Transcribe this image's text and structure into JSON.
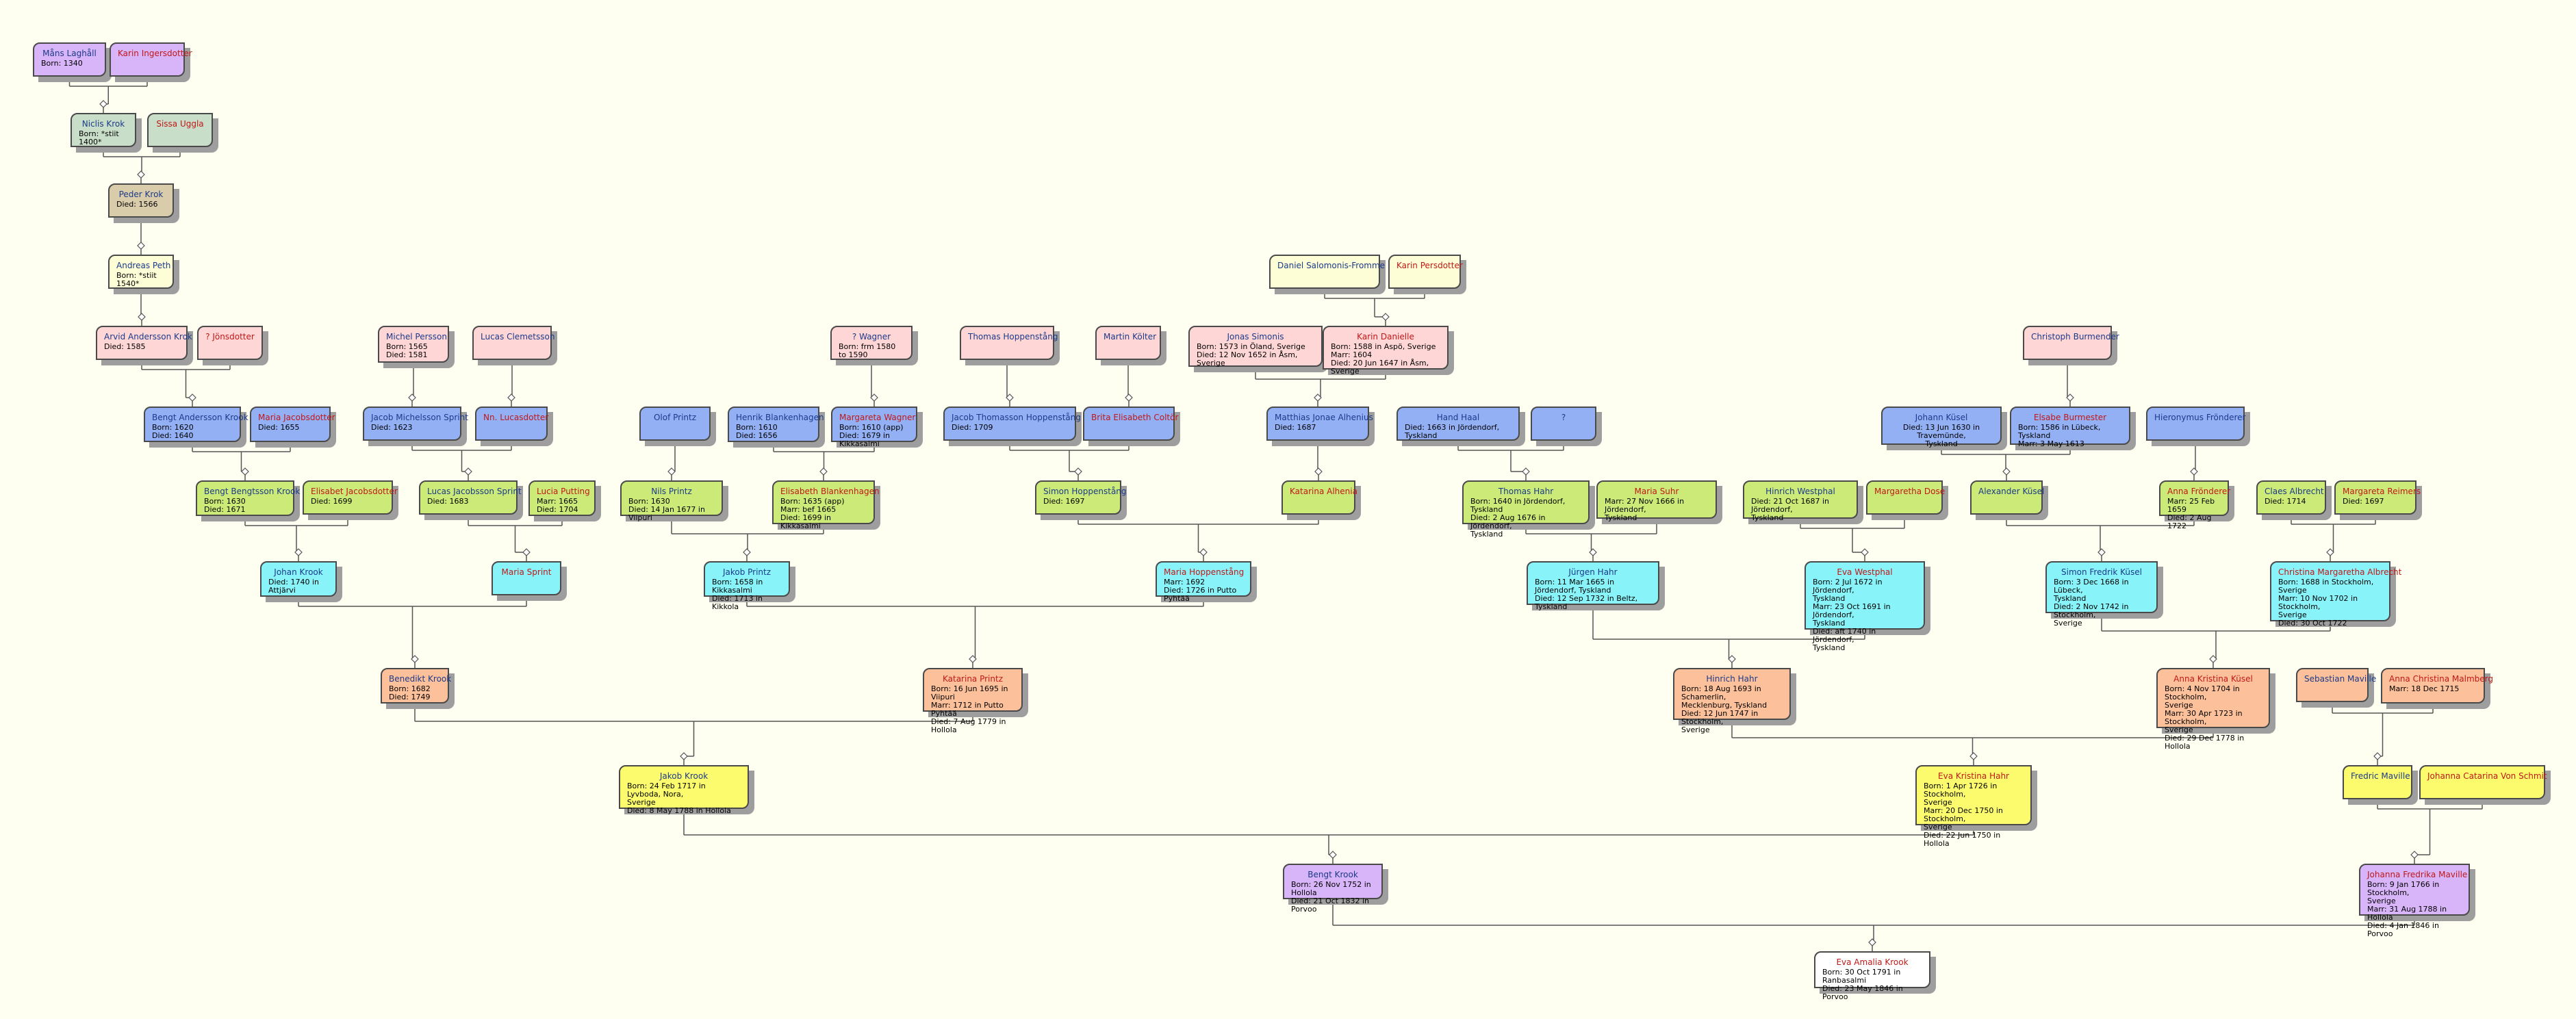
{
  "colors": {
    "background": "#fefff0",
    "border": "#4a4a4a",
    "shadow": "#9e9e9e",
    "line": "#555555",
    "male_name": "#1b3a8a",
    "female_name": "#c01818",
    "generation_colors": {
      "g11": "#d8b4f8",
      "g10": "#c8dec8",
      "g9": "#d9ccaa",
      "g8": "#fefed6",
      "g7": "#ffd6d6",
      "g6": "#94b0f5",
      "g5": "#ccea78",
      "g4": "#88f3f8",
      "g3": "#fcc09a",
      "g2": "#fcfb6e",
      "g1": "#d8b4f8",
      "g0": "#ffffff"
    }
  },
  "people": {
    "mans_laghall": {
      "name": "Måns Laghåll",
      "info": "Born: 1340"
    },
    "karin_ingersdotter": {
      "name": "Karin Ingersdotter",
      "info": ""
    },
    "niclis_krok": {
      "name": "Niclis Krok",
      "info": "Born: *stiit 1400*"
    },
    "sissa_uggla": {
      "name": "Sissa Uggla",
      "info": ""
    },
    "peder_krok": {
      "name": "Peder Krok",
      "info": "Died: 1566"
    },
    "andreas_peth": {
      "name": "Andreas Peth",
      "info": "Born: *stiit 1540*"
    },
    "arvid_andersson_krok": {
      "name": "Arvid Andersson Krok",
      "info": "Died: 1585"
    },
    "jonsdotter": {
      "name": "? Jönsdotter",
      "info": ""
    },
    "michel_persson": {
      "name": "Michel Persson",
      "info": "Born: 1565\nDied: 1581"
    },
    "lucas_clemetsson": {
      "name": "Lucas Clemetsson",
      "info": ""
    },
    "wagner_m": {
      "name": "? Wagner",
      "info": "Born: frm 1580 to 1590"
    },
    "thomas_hoppenstang": {
      "name": "Thomas Hoppenstång",
      "info": ""
    },
    "martin_kolder": {
      "name": "Martin Költer",
      "info": ""
    },
    "jonas_simonis": {
      "name": "Jonas Simonis",
      "info": "Born: 1573 in Öland, Sverige\nDied: 12 Nov 1652 in Åsm, Sverige"
    },
    "karin_danielle": {
      "name": "Karin Danielle",
      "info": "Born: 1588 in Aspö, Sverige\nMarr: 1604\nDied: 20 Jun 1647 in Åsm, Sverige"
    },
    "daniel_salomonis": {
      "name": "Daniel Salomonis-Fromme",
      "info": ""
    },
    "karin_persdotter": {
      "name": "Karin Persdotter",
      "info": ""
    },
    "christoph_burmender": {
      "name": "Christoph Burmender",
      "info": ""
    },
    "bengt_andersson_krook": {
      "name": "Bengt Andersson Krook",
      "info": "Born: 1620\nDied: 1640"
    },
    "maria_jacobsdotter": {
      "name": "Maria Jacobsdotter",
      "info": "Died: 1655"
    },
    "jacob_michelsson_sprint": {
      "name": "Jacob Michelsson Sprint",
      "info": "Died: 1623"
    },
    "nn_lucasdotter": {
      "name": "Nn. Lucasdotter",
      "info": ""
    },
    "olof_printz": {
      "name": "Olof Printz",
      "info": ""
    },
    "henrik_blankenhagen": {
      "name": "Henrik Blankenhagen",
      "info": "Born: 1610\nDied: 1656"
    },
    "margareta_wagner": {
      "name": "Margareta Wagner",
      "info": "Born: 1610 (app)\nDied: 1679 in Kikkasalmi"
    },
    "jacob_thomasson_hoppenstang": {
      "name": "Jacob Thomasson Hoppenstång",
      "info": "Died: 1709"
    },
    "brita_elisabeth_coltor": {
      "name": "Brita Elisabeth Coltör",
      "info": ""
    },
    "matthias_jonae_alhenius": {
      "name": "Matthias Jonae Alhenius",
      "info": "Died: 1687"
    },
    "hand_haal": {
      "name": "Hand Haal",
      "info": "Died: 1663 in Jördendorf, Tyskland"
    },
    "unknown_q": {
      "name": "?",
      "info": ""
    },
    "johann_kusel": {
      "name": "Johann Küsel",
      "info": "Died: 13 Jun 1630 in Travemünde,\nTyskland"
    },
    "elsabe_burmester": {
      "name": "Elsabe Burmester",
      "info": "Born: 1586 in Lübeck, Tyskland\nMarr: 3 May 1613"
    },
    "hieronymus_frondorer": {
      "name": "Hieronymus Frönderer",
      "info": ""
    },
    "bengt_bengtsson_krook": {
      "name": "Bengt Bengtsson Krook",
      "info": "Born: 1630\nDied: 1671"
    },
    "elisabet_jacobsdotter": {
      "name": "Elisabet Jacobsdotter",
      "info": "Died: 1699"
    },
    "lucas_jacobsson_sprint": {
      "name": "Lucas Jacobsson Sprint",
      "info": "Died: 1683"
    },
    "lucia_putting": {
      "name": "Lucia Putting",
      "info": "Marr: 1665\nDied: 1704"
    },
    "nils_printz": {
      "name": "Nils Printz",
      "info": "Born: 1630\nDied: 14 Jan 1677 in Viipuri"
    },
    "elisabeth_blankenhagen": {
      "name": "Elisabeth Blankenhagen",
      "info": "Born: 1635 (app)\nMarr: bef 1665\nDied: 1699 in Kikkasalmi"
    },
    "simon_hoppenstang": {
      "name": "Simon Hoppenstång",
      "info": "Died: 1697"
    },
    "katarina_alhenia": {
      "name": "Katarina Alhenia",
      "info": ""
    },
    "thomas_hahr": {
      "name": "Thomas Hahr",
      "info": "Born: 1640 in Jördendorf, Tyskland\nDied: 2 Aug 1676 in Jördendorf,\nTyskland"
    },
    "maria_suhr": {
      "name": "Maria Suhr",
      "info": "Marr: 27 Nov 1666 in Jördendorf,\nTyskland"
    },
    "hinrich_westphal": {
      "name": "Hinrich Westphal",
      "info": "Died: 21 Oct 1687 in Jördendorf,\nTyskland"
    },
    "margaretha_dose": {
      "name": "Margaretha Dose",
      "info": ""
    },
    "alexander_kusel": {
      "name": "Alexander Küsel",
      "info": ""
    },
    "anna_frondorer": {
      "name": "Anna Frönderer",
      "info": "Marr: 25 Feb 1659\nDied: 2 Aug 1722"
    },
    "claes_albrecht": {
      "name": "Claes Albrecht",
      "info": "Died: 1714"
    },
    "margareta_reimers": {
      "name": "Margareta Reimers",
      "info": "Died: 1697"
    },
    "johan_krook": {
      "name": "Johan Krook",
      "info": "Died: 1740 in Attjärvi"
    },
    "maria_sprint": {
      "name": "Maria Sprint",
      "info": ""
    },
    "jakob_printz": {
      "name": "Jakob Printz",
      "info": "Born: 1658 in Kikkasalmi\nDied: 1713 in Kikkola"
    },
    "maria_hoppenstang": {
      "name": "Maria Hoppenstång",
      "info": "Marr: 1692\nDied: 1726 in Putto Pyhtää"
    },
    "jurgen_hahr": {
      "name": "Jürgen Hahr",
      "info": "Born: 11 Mar 1665 in Jördendorf, Tyskland\nDied: 12 Sep 1732 in Beltz, Tyskland"
    },
    "eva_westphal": {
      "name": "Eva Westphal",
      "info": "Born: 2 Jul 1672 in Jördendorf,\nTyskland\nMarr: 23 Oct 1691 in Jördendorf,\nTyskland\nDied: aft 1740 in Jördendorf,\nTyskland"
    },
    "simon_fredrik_kusel": {
      "name": "Simon Fredrik Küsel",
      "info": "Born: 3 Dec 1668 in Lübeck,\nTyskland\nDied: 2 Nov 1742 in Stockholm,\nSverige"
    },
    "christina_margaretha_albrecht": {
      "name": "Christina Margaretha Albrecht",
      "info": "Born: 1688 in Stockholm, Sverige\nMarr: 10 Nov 1702 in Stockholm,\nSverige\nDied: 30 Oct 1722"
    },
    "benedikt_krook": {
      "name": "Benedikt Krook",
      "info": "Born: 1682\nDied: 1749"
    },
    "katarina_printz": {
      "name": "Katarina Printz",
      "info": "Born: 16 Jun 1695 in Viipuri\nMarr: 1712 in Putto Pyhtää\nDied: 7 Aug 1779 in Hollola"
    },
    "hinrich_hahr": {
      "name": "Hinrich Hahr",
      "info": "Born: 18 Aug 1693 in Schamerlin,\nMecklenburg, Tyskland\nDied: 12 Jun 1747 in Stockholm,\nSverige"
    },
    "anna_kristina_kusel": {
      "name": "Anna Kristina Küsel",
      "info": "Born: 4 Nov 1704 in Stockholm,\nSverige\nMarr: 30 Apr 1723 in Stockholm,\nSverige\nDied: 29 Dec 1778 in Hollola"
    },
    "sebastian_maville": {
      "name": "Sebastian Maville",
      "info": ""
    },
    "anna_christina_malmberg": {
      "name": "Anna Christina Malmberg",
      "info": "Marr: 18 Dec 1715"
    },
    "jakob_krook": {
      "name": "Jakob Krook",
      "info": "Born: 24 Feb 1717 in Lyvboda, Nora,\nSverige\nDied: 8 May 1788 in Hollola"
    },
    "eva_kristina_hahr": {
      "name": "Eva Kristina Hahr",
      "info": "Born: 1 Apr 1726 in Stockholm,\nSverige\nMarr: 20 Dec 1750 in Stockholm,\nSverige\nDied: 22 Jun 1750 in Hollola"
    },
    "fredric_maville": {
      "name": "Fredric Maville",
      "info": ""
    },
    "johanna_catarina_von_schmit": {
      "name": "Johanna Catarina Von Schmit",
      "info": ""
    },
    "bengt_krook": {
      "name": "Bengt Krook",
      "info": "Born: 26 Nov 1752 in Hollola\nDied: 21 Oct 1832 in Porvoo"
    },
    "johanna_fredrika_maville": {
      "name": "Johanna Fredrika Maville",
      "info": "Born: 9 Jan 1766 in Stockholm,\nSverige\nMarr: 31 Aug 1788 in Hollola\nDied: 4 Jan 1846 in Porvoo"
    },
    "eva_amalia_krook": {
      "name": "Eva Amalia Krook",
      "info": "Born: 30 Oct 1791 in Ranbasalmi\nDied: 23 May 1846 in Porvoo"
    }
  }
}
